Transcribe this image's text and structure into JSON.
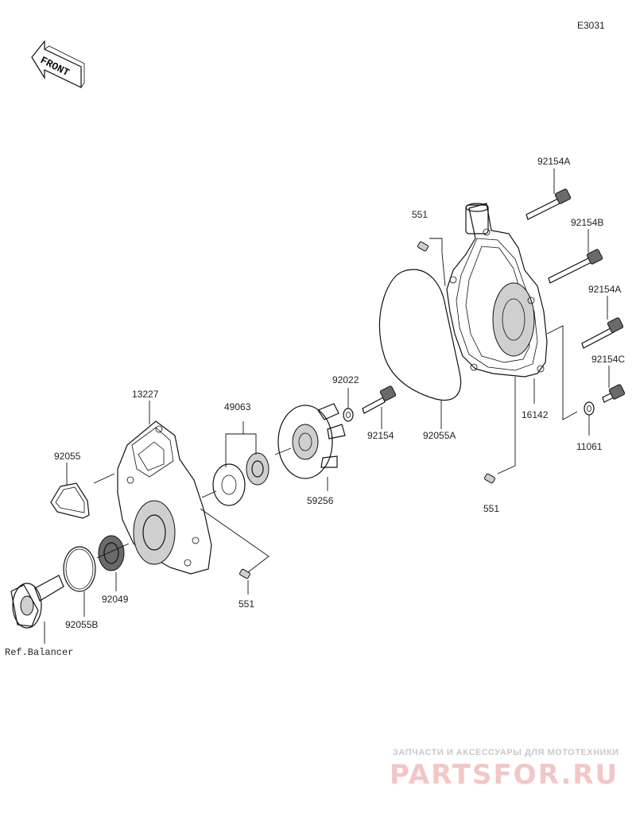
{
  "diagram_code": "E3031",
  "front_label": "FRONT",
  "ref_label": "Ref.Balancer",
  "parts": {
    "p92154A_top": "92154A",
    "p92154B": "92154B",
    "p92154A_mid": "92154A",
    "p92154C": "92154C",
    "p16142": "16142",
    "p11061": "11061",
    "p551_top": "551",
    "p551_right": "551",
    "p551_bottom": "551",
    "p92022": "92022",
    "p92154": "92154",
    "p92055A": "92055A",
    "p13227": "13227",
    "p49063": "49063",
    "p59256": "59256",
    "p92055": "92055",
    "p92049": "92049",
    "p92055B": "92055B"
  },
  "watermark": {
    "tagline": "ЗАПЧАСТИ И АКСЕССУАРЫ ДЛЯ МОТОТЕХНИКИ",
    "logo": "PARTSFOR.RU"
  }
}
